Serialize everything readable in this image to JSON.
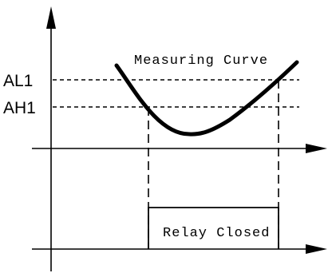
{
  "diagram": {
    "labels": {
      "al1": "AL1",
      "ah1": "AH1",
      "measuring_curve": "Measuring Curve",
      "relay_closed": "Relay Closed"
    }
  }
}
